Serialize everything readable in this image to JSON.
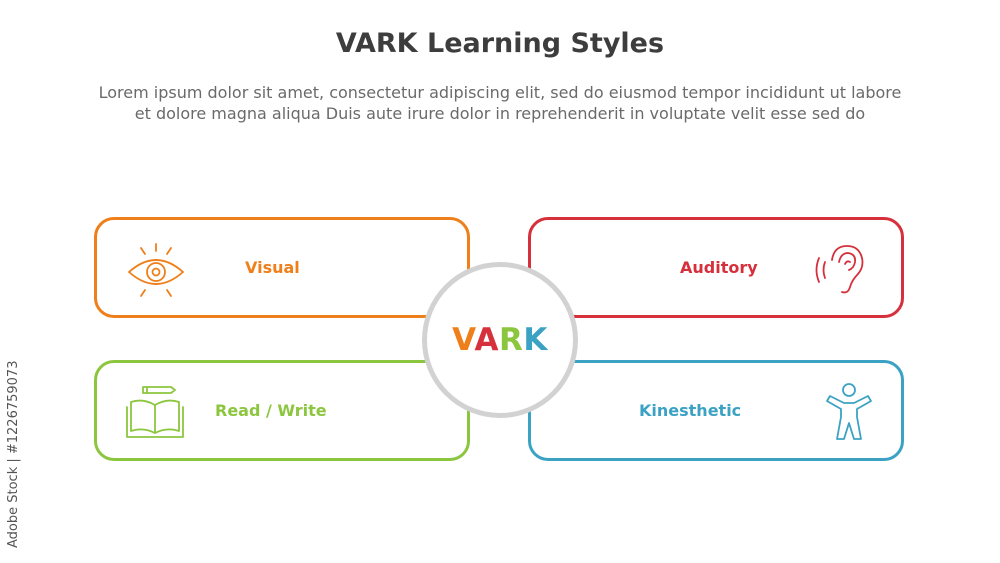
{
  "title": "VARK Learning Styles",
  "subtitle": {
    "line1": "Lorem ipsum dolor sit amet, consectetur adipiscing elit, sed do eiusmod tempor incididunt ut labore",
    "line2": "et dolore magna aliqua Duis aute irure dolor in reprehenderit in voluptate velit esse sed do"
  },
  "center": {
    "letters": [
      "V",
      "A",
      "R",
      "K"
    ],
    "letter_colors": [
      "#ef7f1a",
      "#d6303c",
      "#8cc63e",
      "#3ba2c4"
    ]
  },
  "styles": [
    {
      "label": "Visual",
      "icon": "eye-icon",
      "color": "#ef7f1a"
    },
    {
      "label": "Auditory",
      "icon": "ear-icon",
      "color": "#d6303c"
    },
    {
      "label": "Read / Write",
      "icon": "book-icon",
      "color": "#8cc63e"
    },
    {
      "label": "Kinesthetic",
      "icon": "person-icon",
      "color": "#3ba2c4"
    }
  ],
  "watermark": "Adobe Stock | #1226759073"
}
